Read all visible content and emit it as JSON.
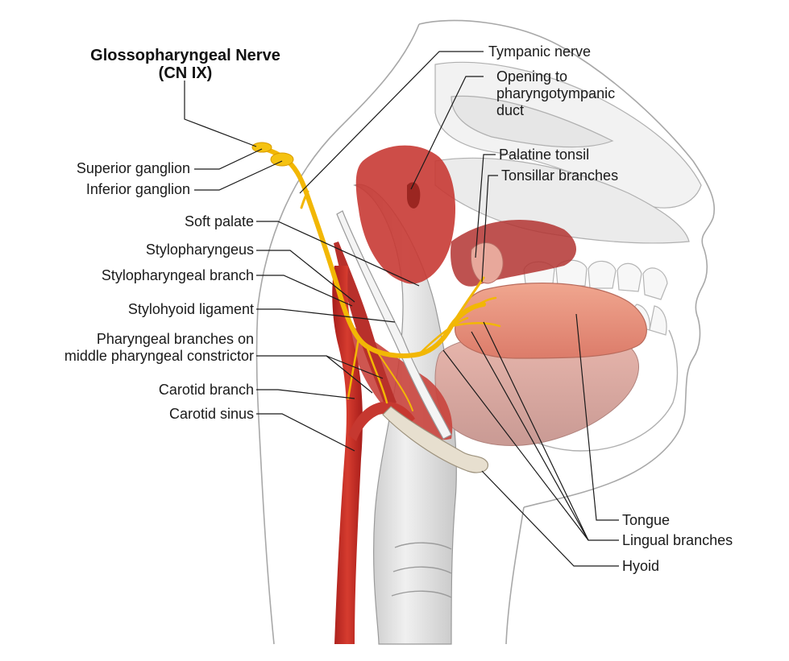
{
  "title": {
    "line1": "Glossopharyngeal Nerve",
    "line2": "(CN IX)"
  },
  "labels_left": {
    "superior_ganglion": "Superior ganglion",
    "inferior_ganglion": "Inferior ganglion",
    "soft_palate": "Soft palate",
    "stylopharyngeus": "Stylopharyngeus",
    "stylopharyngeal_branch": "Stylopharyngeal branch",
    "stylohyoid_ligament": "Stylohyoid ligament",
    "pharyngeal_branches_line1": "Pharyngeal branches on",
    "pharyngeal_branches_line2": "middle pharyngeal constrictor",
    "carotid_branch": "Carotid branch",
    "carotid_sinus": "Carotid sinus"
  },
  "labels_right": {
    "tympanic_nerve": "Tympanic nerve",
    "opening_line1": "Opening to",
    "opening_line2": "pharyngotympanic",
    "opening_line3": "duct",
    "palatine_tonsil": "Palatine tonsil",
    "tonsillar_branches": "Tonsillar branches",
    "tongue": "Tongue",
    "lingual_branches": "Lingual branches",
    "hyoid": "Hyoid"
  },
  "colors": {
    "nerve": "#f2b705",
    "muscle": "#c8302a",
    "tongue": "#e8907a",
    "outline": "#9a9a9a",
    "leader": "#1a1a1a"
  }
}
